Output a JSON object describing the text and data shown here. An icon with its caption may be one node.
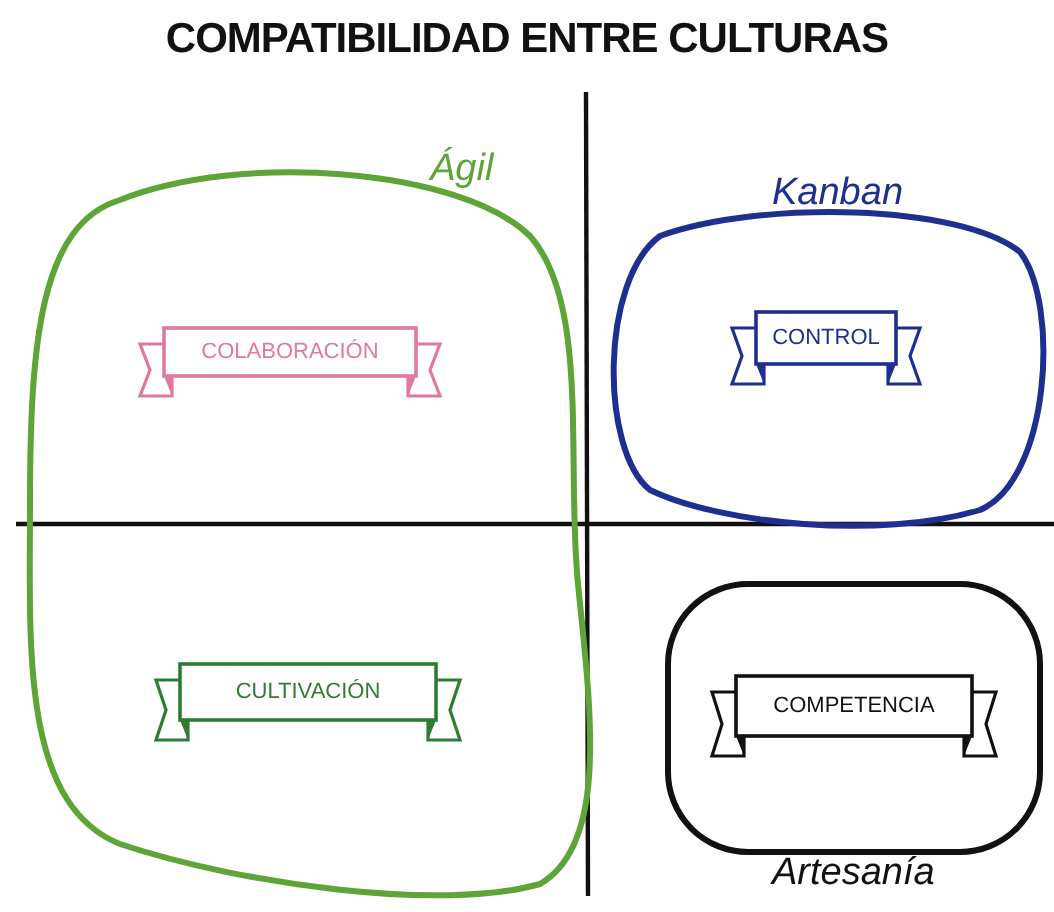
{
  "diagram": {
    "title": "COMPATIBILIDAD ENTRE CULTURAS",
    "nodes": [
      {
        "text": [
          "Ágil"
        ]
      },
      {
        "text": [
          "COLABORACIÓN"
        ],
        "in": 0
      },
      {
        "text": [
          "CULTIVACIÓN"
        ],
        "in": 0
      },
      {
        "text": [
          "Kanban"
        ]
      },
      {
        "text": [
          "CONTROL"
        ],
        "in": 3
      },
      {
        "text": [
          "Artesanía"
        ]
      },
      {
        "text": [
          "COMPETENCIA"
        ],
        "in": 5
      }
    ]
  }
}
